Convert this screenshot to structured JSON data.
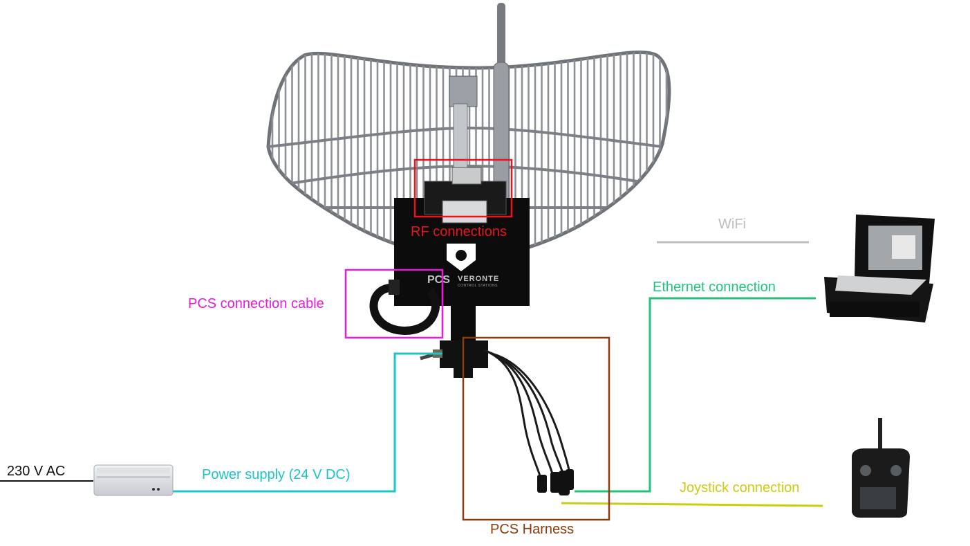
{
  "labels": {
    "rf_connections": "RF connections",
    "pcs_connection_cable": "PCS connection cable",
    "wifi": "WiFi",
    "ethernet_connection": "Ethernet connection",
    "power_supply": "Power supply (24 V DC)",
    "ac_input": "230 V AC",
    "joystick_connection": "Joystick connection",
    "pcs_harness": "PCS Harness"
  },
  "device_text": {
    "brand_short": "PCS",
    "brand_name": "VERONTE",
    "brand_sub": "CONTROL STATIONS"
  },
  "colors": {
    "rf": "#e8141e",
    "pcs_cable": "#ea1bd8",
    "wifi": "#bdbdbd",
    "ethernet": "#1fc47a",
    "power": "#19c4cc",
    "joystick": "#cccc10",
    "harness": "#8a3c0c",
    "ac_line": "#111111"
  },
  "icons": [
    "grid-antenna-icon",
    "whip-antenna-icon",
    "pcs-box-icon",
    "power-supply-unit-icon",
    "ground-station-case-icon",
    "rc-transmitter-icon"
  ]
}
